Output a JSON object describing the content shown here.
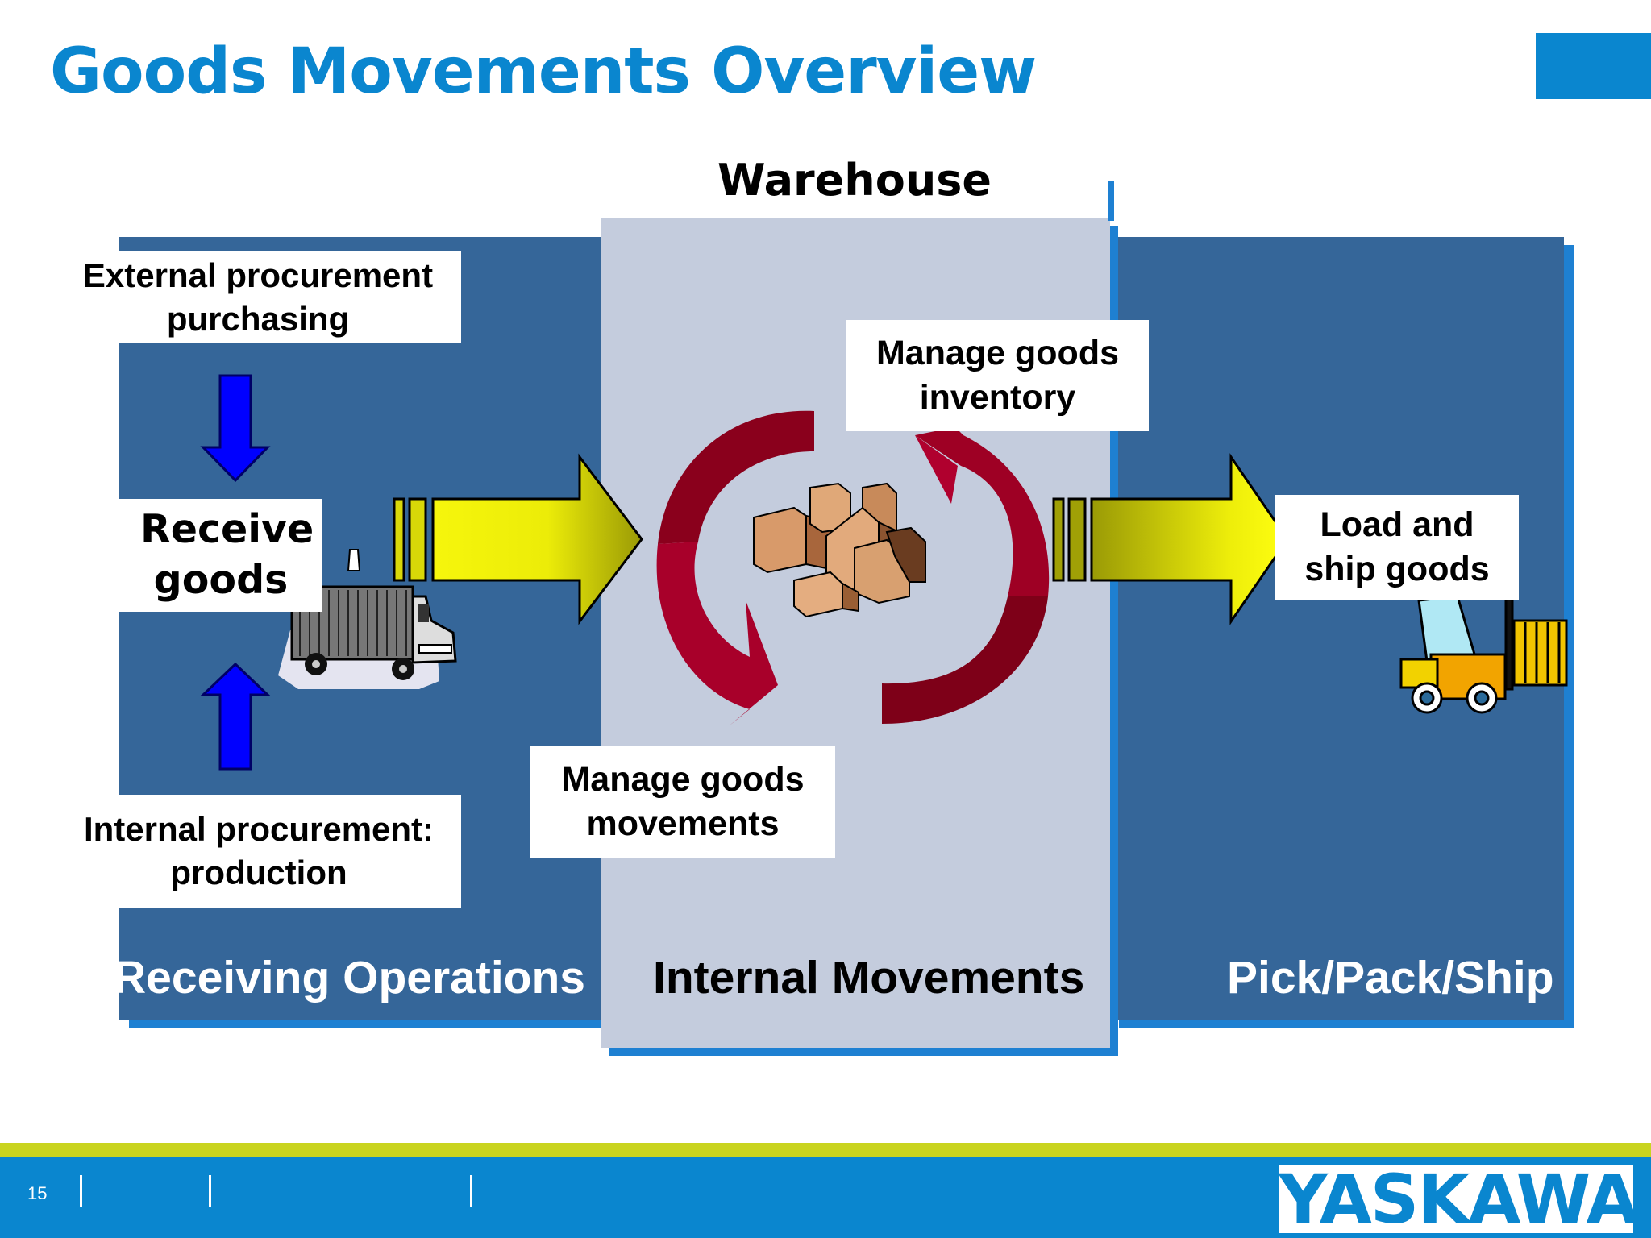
{
  "slide": {
    "title": "Goods Movements Overview",
    "page_number": "15"
  },
  "diagram": {
    "warehouse": "Warehouse",
    "boxes": {
      "external_procurement": "External procurement purchasing",
      "receive_goods": "Receive goods",
      "internal_procurement": "Internal procurement: production",
      "manage_inventory": "Manage goods inventory",
      "manage_movements": "Manage goods movements",
      "load_ship": "Load and ship goods"
    },
    "sections": {
      "receiving": "Receiving Operations",
      "internal": "Internal Movements",
      "pick_pack_ship": "Pick/Pack/Ship"
    },
    "icons": [
      "delivery-truck-icon",
      "cardboard-boxes-icon",
      "forklift-icon",
      "cycle-arrows-icon"
    ],
    "colors": {
      "title": "#0a86cf",
      "panel_dark": "#356699",
      "panel_light": "#c4ccdd",
      "arrow_blue": "#0000ff",
      "arrow_yellow": "#f5f50a",
      "cycle_red": "#a0001f",
      "footer_accent": "#c9d41f"
    }
  },
  "footer": {
    "logo_text": "YASKAWA"
  }
}
